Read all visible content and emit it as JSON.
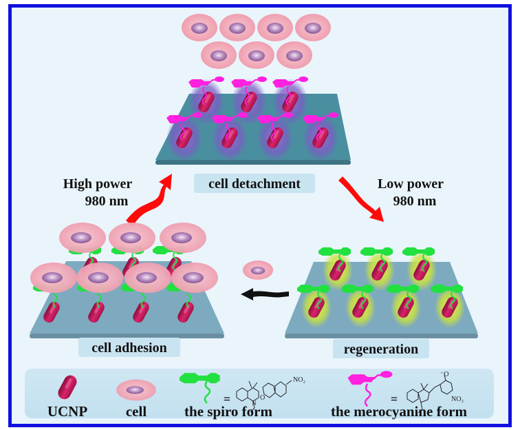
{
  "figure": {
    "stages": {
      "detachment": {
        "label": "cell detachment"
      },
      "adhesion": {
        "label": "cell adhesion"
      },
      "regeneration": {
        "label": "regeneration"
      }
    },
    "transitions": {
      "high_power": {
        "line1": "High power",
        "line2": "980 nm"
      },
      "low_power": {
        "line1": "Low power",
        "line2": "980 nm"
      }
    },
    "legend": {
      "ucnp": "UCNP",
      "cell": "cell",
      "spiro": "the spiro form",
      "merocyanine": "the merocyanine form",
      "equals": "=",
      "no2": "NO₂",
      "o_minus": "⁻O",
      "o": "O",
      "n": "N"
    },
    "colors": {
      "frame": "#1010e0",
      "background": "#e9f5fb",
      "substrate_detach": "#4a8fa0",
      "substrate": "#7eaabf",
      "ucnp": "#c0195a",
      "cell": "#f2a9b8",
      "spiro": "#22e040",
      "merocyanine": "#ff20e0",
      "high_arrow": "#ff0a0a",
      "return_arrow": "#111111"
    }
  }
}
